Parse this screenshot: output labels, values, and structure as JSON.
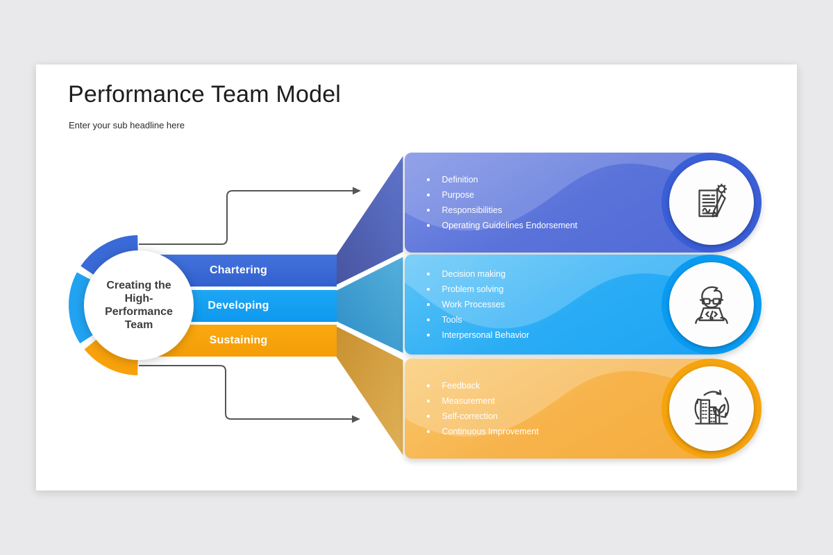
{
  "slide": {
    "title": "Performance Team Model",
    "subtitle": "Enter your sub headline here"
  },
  "center_circle": {
    "full_text": "Creating the High-Performance Team",
    "lines": [
      "Creating the",
      "High-",
      "Performance",
      "Team"
    ]
  },
  "stages": [
    {
      "label": "Chartering",
      "color": "#3766d4"
    },
    {
      "label": "Developing",
      "color": "#14a0f3"
    },
    {
      "label": "Sustaining",
      "color": "#f8a30c"
    }
  ],
  "panels": [
    {
      "stage": "Chartering",
      "icon": "contract-signing-icon",
      "body_color": "#5b73da",
      "ring_color": "#3a5ed6",
      "items": [
        "Definition",
        "Purpose",
        "Responsibilities",
        "Operating Guidelines Endorsement"
      ]
    },
    {
      "stage": "Developing",
      "icon": "developer-person-icon",
      "body_color": "#2badf5",
      "ring_color": "#0a9bf1",
      "items": [
        "Decision making",
        "Problem solving",
        "Work Processes",
        "Tools",
        "Interpersonal Behavior"
      ]
    },
    {
      "stage": "Sustaining",
      "icon": "sustainable-growth-icon",
      "body_color": "#f7b34b",
      "ring_color": "#f5a30e",
      "items": [
        "Feedback",
        "Measurement",
        "Self-correction",
        "Continuous Improvement"
      ]
    }
  ],
  "connectors": {
    "line_color": "#555555"
  },
  "ring_segments": [
    {
      "color": "#3a6ad8"
    },
    {
      "color": "#21a3f1"
    },
    {
      "color": "#f8a10b"
    }
  ]
}
